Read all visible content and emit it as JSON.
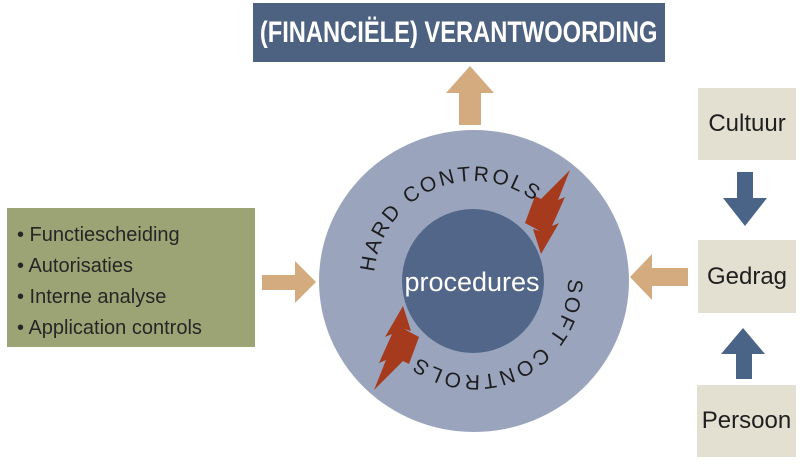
{
  "banner": {
    "label": "(FINANCIËLE) VERANTWOORDING"
  },
  "left_box": {
    "items": [
      "• Functiescheiding",
      "• Autorisaties",
      "• Interne analyse",
      "• Application controls"
    ]
  },
  "circle": {
    "top_label": "HARD CONTROLS",
    "bottom_label": "SOFT CONTROLS",
    "center_label": "procedures"
  },
  "right_column": {
    "cultuur_label": "Cultuur",
    "gedrag_label": "Gedrag",
    "persoon_label": "Persoon"
  },
  "colors": {
    "dark_blue": "#4d6180",
    "arrow_blue": "#4a6488",
    "outer_circle_fill": "#9aa5bd",
    "inner_circle_fill": "#516689",
    "tan_arrow": "#d3ab7e",
    "olive_box": "#9ca475",
    "beige_box": "#e3e0d1",
    "bolt_red": "#a63a1c",
    "dark_text": "#262626",
    "white_text": "#ffffff"
  }
}
